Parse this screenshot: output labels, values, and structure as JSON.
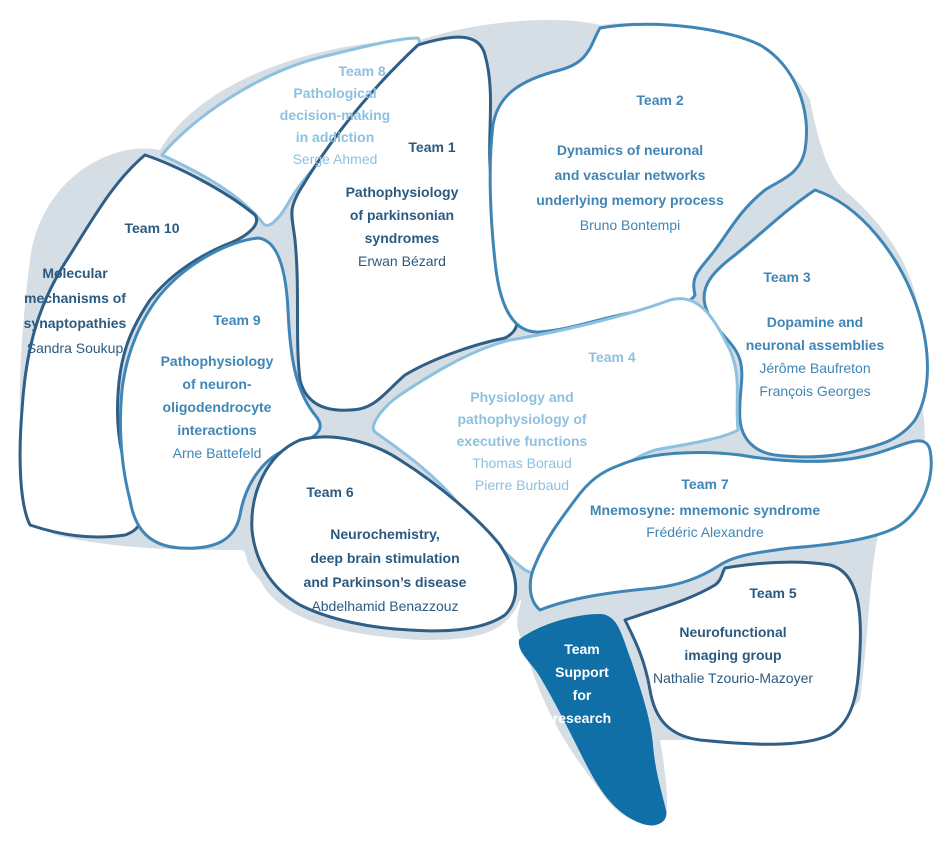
{
  "colors": {
    "outline_dark": "#2f5f86",
    "outline_mid": "#3f86b6",
    "outline_light": "#8ec1df",
    "text_dark": "#2b5a80",
    "text_mid": "#3f86b6",
    "text_light": "#8ec1df",
    "support_fill": "#0f6fa6",
    "support_text": "#ffffff",
    "gap_shadow": "#cfd8df"
  },
  "teams": [
    {
      "id": "t8",
      "tone": "light",
      "title": "Team 8",
      "topic": [
        "Pathological",
        "decision-making",
        "in addiction"
      ],
      "people": [
        "Serge Ahmed"
      ]
    },
    {
      "id": "t1",
      "tone": "dark",
      "title": "Team 1",
      "topic": [
        "Pathophysiology",
        "of parkinsonian",
        "syndromes"
      ],
      "people": [
        "Erwan Bézard"
      ]
    },
    {
      "id": "t2",
      "tone": "mid",
      "title": "Team 2",
      "topic": [
        "Dynamics of neuronal",
        "and vascular networks",
        "underlying memory process"
      ],
      "people": [
        "Bruno Bontempi"
      ]
    },
    {
      "id": "t10",
      "tone": "dark",
      "title": "Team 10",
      "topic": [
        "Molecular",
        "mechanisms of",
        "synaptopathies"
      ],
      "people": [
        "Sandra Soukup"
      ]
    },
    {
      "id": "t9",
      "tone": "mid",
      "title": "Team 9",
      "topic": [
        "Pathophysiology",
        "of neuron-",
        "oligodendrocyte",
        "interactions"
      ],
      "people": [
        "Arne Battefeld"
      ]
    },
    {
      "id": "t3",
      "tone": "mid",
      "title": "Team 3",
      "topic": [
        "Dopamine and",
        "neuronal assemblies"
      ],
      "people": [
        "Jérôme Baufreton",
        "François Georges"
      ]
    },
    {
      "id": "t4",
      "tone": "light",
      "title": "Team 4",
      "topic": [
        "Physiology and",
        "pathophysiology of",
        "executive functions"
      ],
      "people": [
        "Thomas Boraud",
        "Pierre Burbaud"
      ]
    },
    {
      "id": "t6",
      "tone": "dark",
      "title": "Team 6",
      "topic": [
        "Neurochemistry,",
        "deep brain stimulation",
        "and Parkinson’s disease"
      ],
      "people": [
        "Abdelhamid Benazzouz"
      ]
    },
    {
      "id": "t7",
      "tone": "mid",
      "title": "Team 7",
      "topic": [
        "Mnemosyne: mnemonic   syndrome"
      ],
      "people": [
        "Frédéric Alexandre"
      ]
    },
    {
      "id": "t5",
      "tone": "dark",
      "title": "Team 5",
      "topic": [
        "Neurofunctional",
        "imaging group"
      ],
      "people": [
        "Nathalie Tzourio-Mazoyer"
      ]
    },
    {
      "id": "support",
      "tone": "support",
      "title": "",
      "topic": [
        "Team",
        "Support",
        "for",
        "research"
      ],
      "people": []
    }
  ]
}
